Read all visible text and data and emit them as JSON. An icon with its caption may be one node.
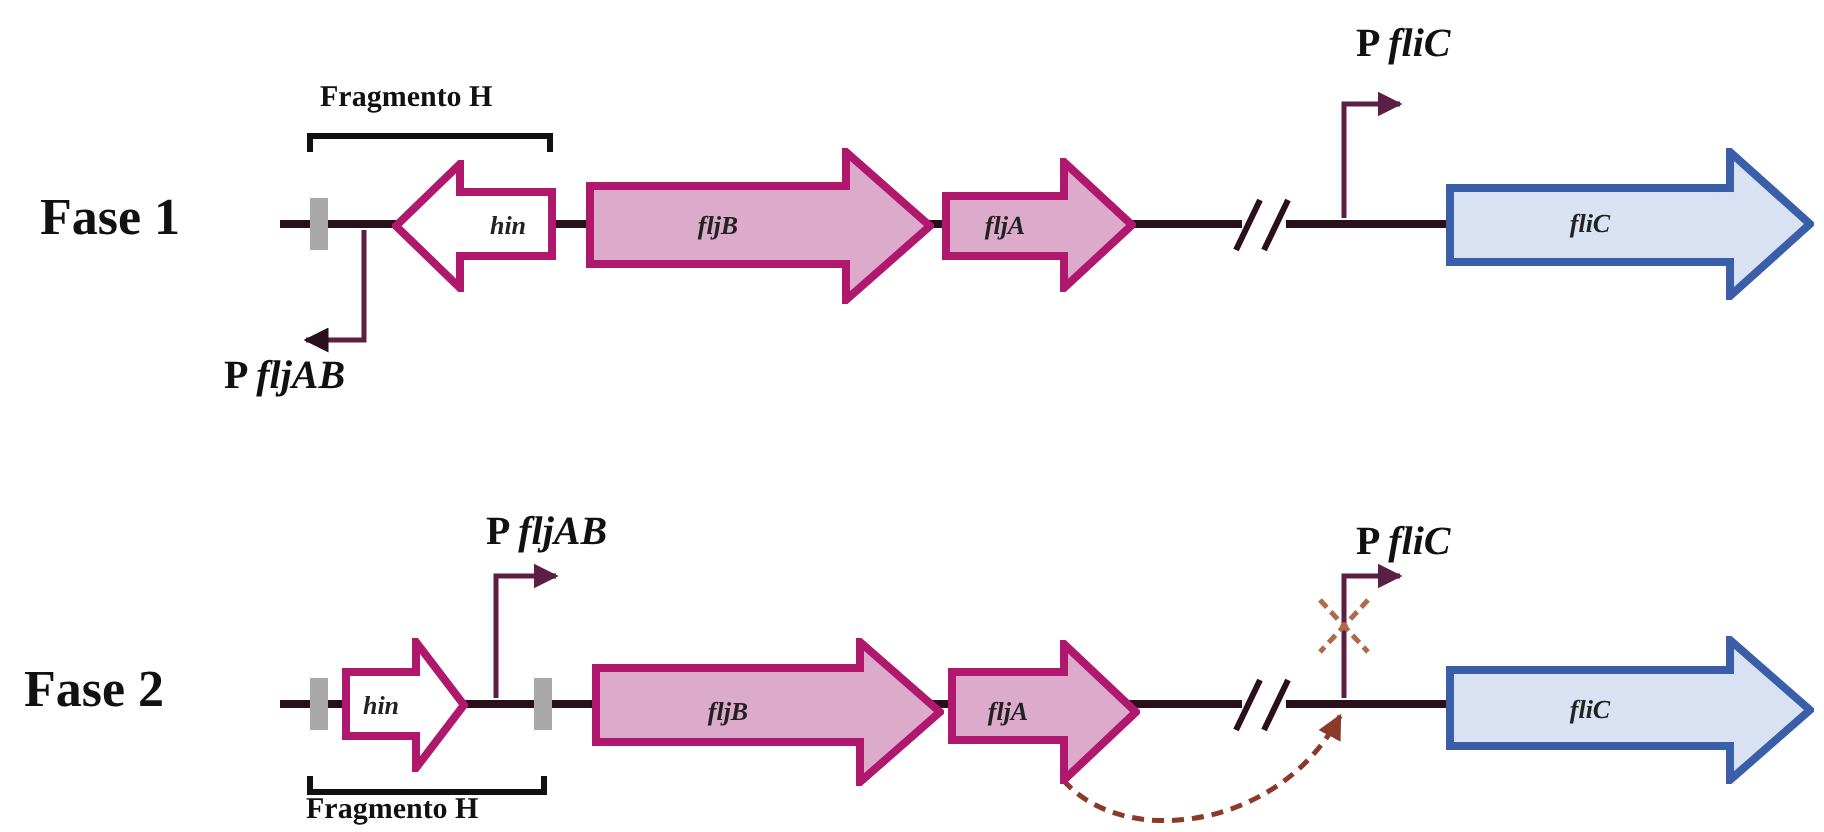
{
  "diagram": {
    "nodes": [
      {
        "text": [
          "hin"
        ]
      },
      {
        "text": [
          "fljB"
        ]
      },
      {
        "text": [
          "fljA"
        ]
      },
      {
        "text": [
          "fliC"
        ]
      },
      {
        "text": [
          "hin"
        ]
      },
      {
        "text": [
          "fljB"
        ]
      },
      {
        "text": [
          "fljA"
        ]
      },
      {
        "text": [
          "P *fliC*"
        ]
      },
      {
        "text": [
          "fliC"
        ]
      }
    ],
    "edges": [
      {
        "from": 6,
        "to": 7,
        "arrow": "to",
        "style": "dashed",
        "color": "#8b3a2a"
      }
    ],
    "labels": [
      "P *fliC*",
      "Fragmento H",
      "Fase 1",
      "P *fljAB*",
      "P *fljAB*",
      "Fase 2",
      "Fragmento H"
    ]
  }
}
